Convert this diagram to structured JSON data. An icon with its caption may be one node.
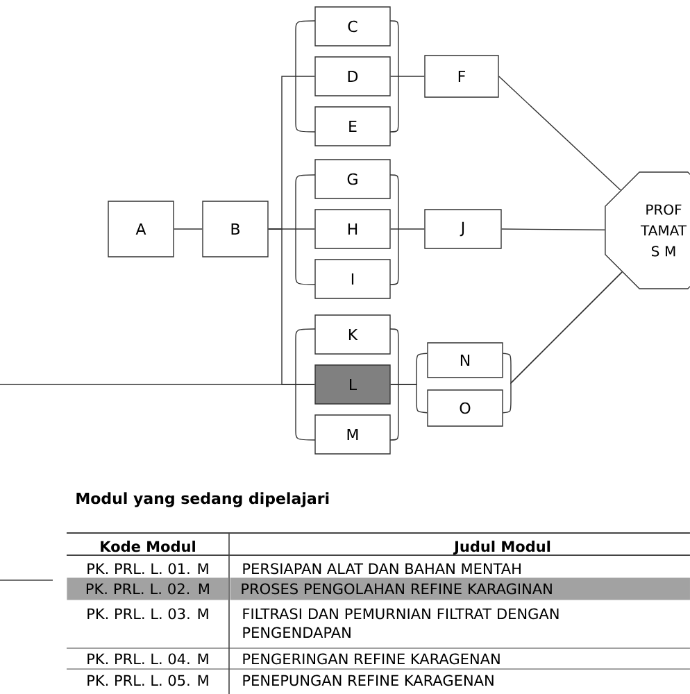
{
  "diagram": {
    "nodes": [
      {
        "text": [
          "A"
        ]
      },
      {
        "text": [
          "B"
        ]
      },
      {
        "text": [
          "C"
        ]
      },
      {
        "text": [
          "D"
        ]
      },
      {
        "text": [
          "E"
        ]
      },
      {
        "text": [
          "F"
        ]
      },
      {
        "text": [
          "G"
        ]
      },
      {
        "text": [
          "H"
        ]
      },
      {
        "text": [
          "I"
        ]
      },
      {
        "text": [
          "J"
        ]
      },
      {
        "text": [
          "K"
        ]
      },
      {
        "text": [
          "L"
        ]
      },
      {
        "text": [
          "M"
        ]
      },
      {
        "text": [
          "N"
        ]
      },
      {
        "text": [
          "O"
        ]
      },
      {
        "text": [
          "PROF TAMAT S M"
        ]
      }
    ],
    "edges": [
      {
        "from": 0,
        "to": 1,
        "arrow": "none"
      },
      {
        "from": 1,
        "to": 3,
        "arrow": "none"
      },
      {
        "from": 1,
        "to": 7,
        "arrow": "none"
      },
      {
        "from": 1,
        "to": 11,
        "arrow": "none"
      },
      {
        "from": null,
        "to": 11,
        "arrow": "none"
      },
      {
        "from": 3,
        "to": 5,
        "arrow": "none"
      },
      {
        "from": 7,
        "to": 9,
        "arrow": "none"
      },
      {
        "from": 11,
        "to": 13,
        "arrow": "none"
      },
      {
        "from": 11,
        "to": 14,
        "arrow": "none"
      },
      {
        "from": 5,
        "to": 15,
        "arrow": "none"
      },
      {
        "from": 9,
        "to": 15,
        "arrow": "none"
      },
      {
        "from": 13,
        "to": 15,
        "arrow": "none"
      },
      {
        "from": 14,
        "to": 15,
        "arrow": "none"
      }
    ],
    "labels": [
      "Modul yang sedang dipelajari",
      "Kode Modul",
      "Judul Modul",
      "PK. PRL. L. 01. M",
      "PERSIAPAN ALAT DAN BAHAN MENTAH",
      "PK. PRL. L. 02. M",
      "PROSES PENGOLAHAN REFINE KARAGINAN",
      "PK. PRL. L. 03. M",
      "FILTRASI DAN PEMURNIAN FILTRAT DENGAN PENGENDAPAN",
      "PK. PRL. L. 04. M",
      "PENGERINGAN REFINE KARAGENAN",
      "PK. PRL. L. 05. M",
      "PENEPUNGAN REFINE KARAGENAN"
    ]
  }
}
